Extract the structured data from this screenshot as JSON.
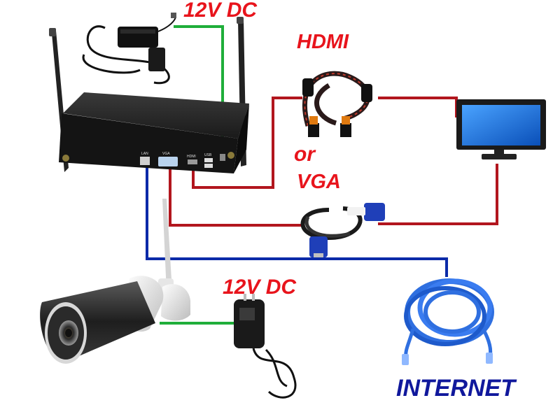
{
  "labels": {
    "power_top": "12V DC",
    "hdmi": "HDMI",
    "or": "or",
    "vga": "VGA",
    "power_camera": "12V DC",
    "internet": "INTERNET"
  },
  "nvr_ports": {
    "lan": "LAN",
    "vga": "VGA",
    "hdmi": "HDMI",
    "usb": "USB"
  },
  "colors": {
    "label_red": "#e8141c",
    "label_blue": "#10189c",
    "power_wire": "#1fae3a",
    "video_wire": "#b2161e",
    "network_wire": "#0b2aa8",
    "ethernet_cable": "#2f6fe0"
  }
}
